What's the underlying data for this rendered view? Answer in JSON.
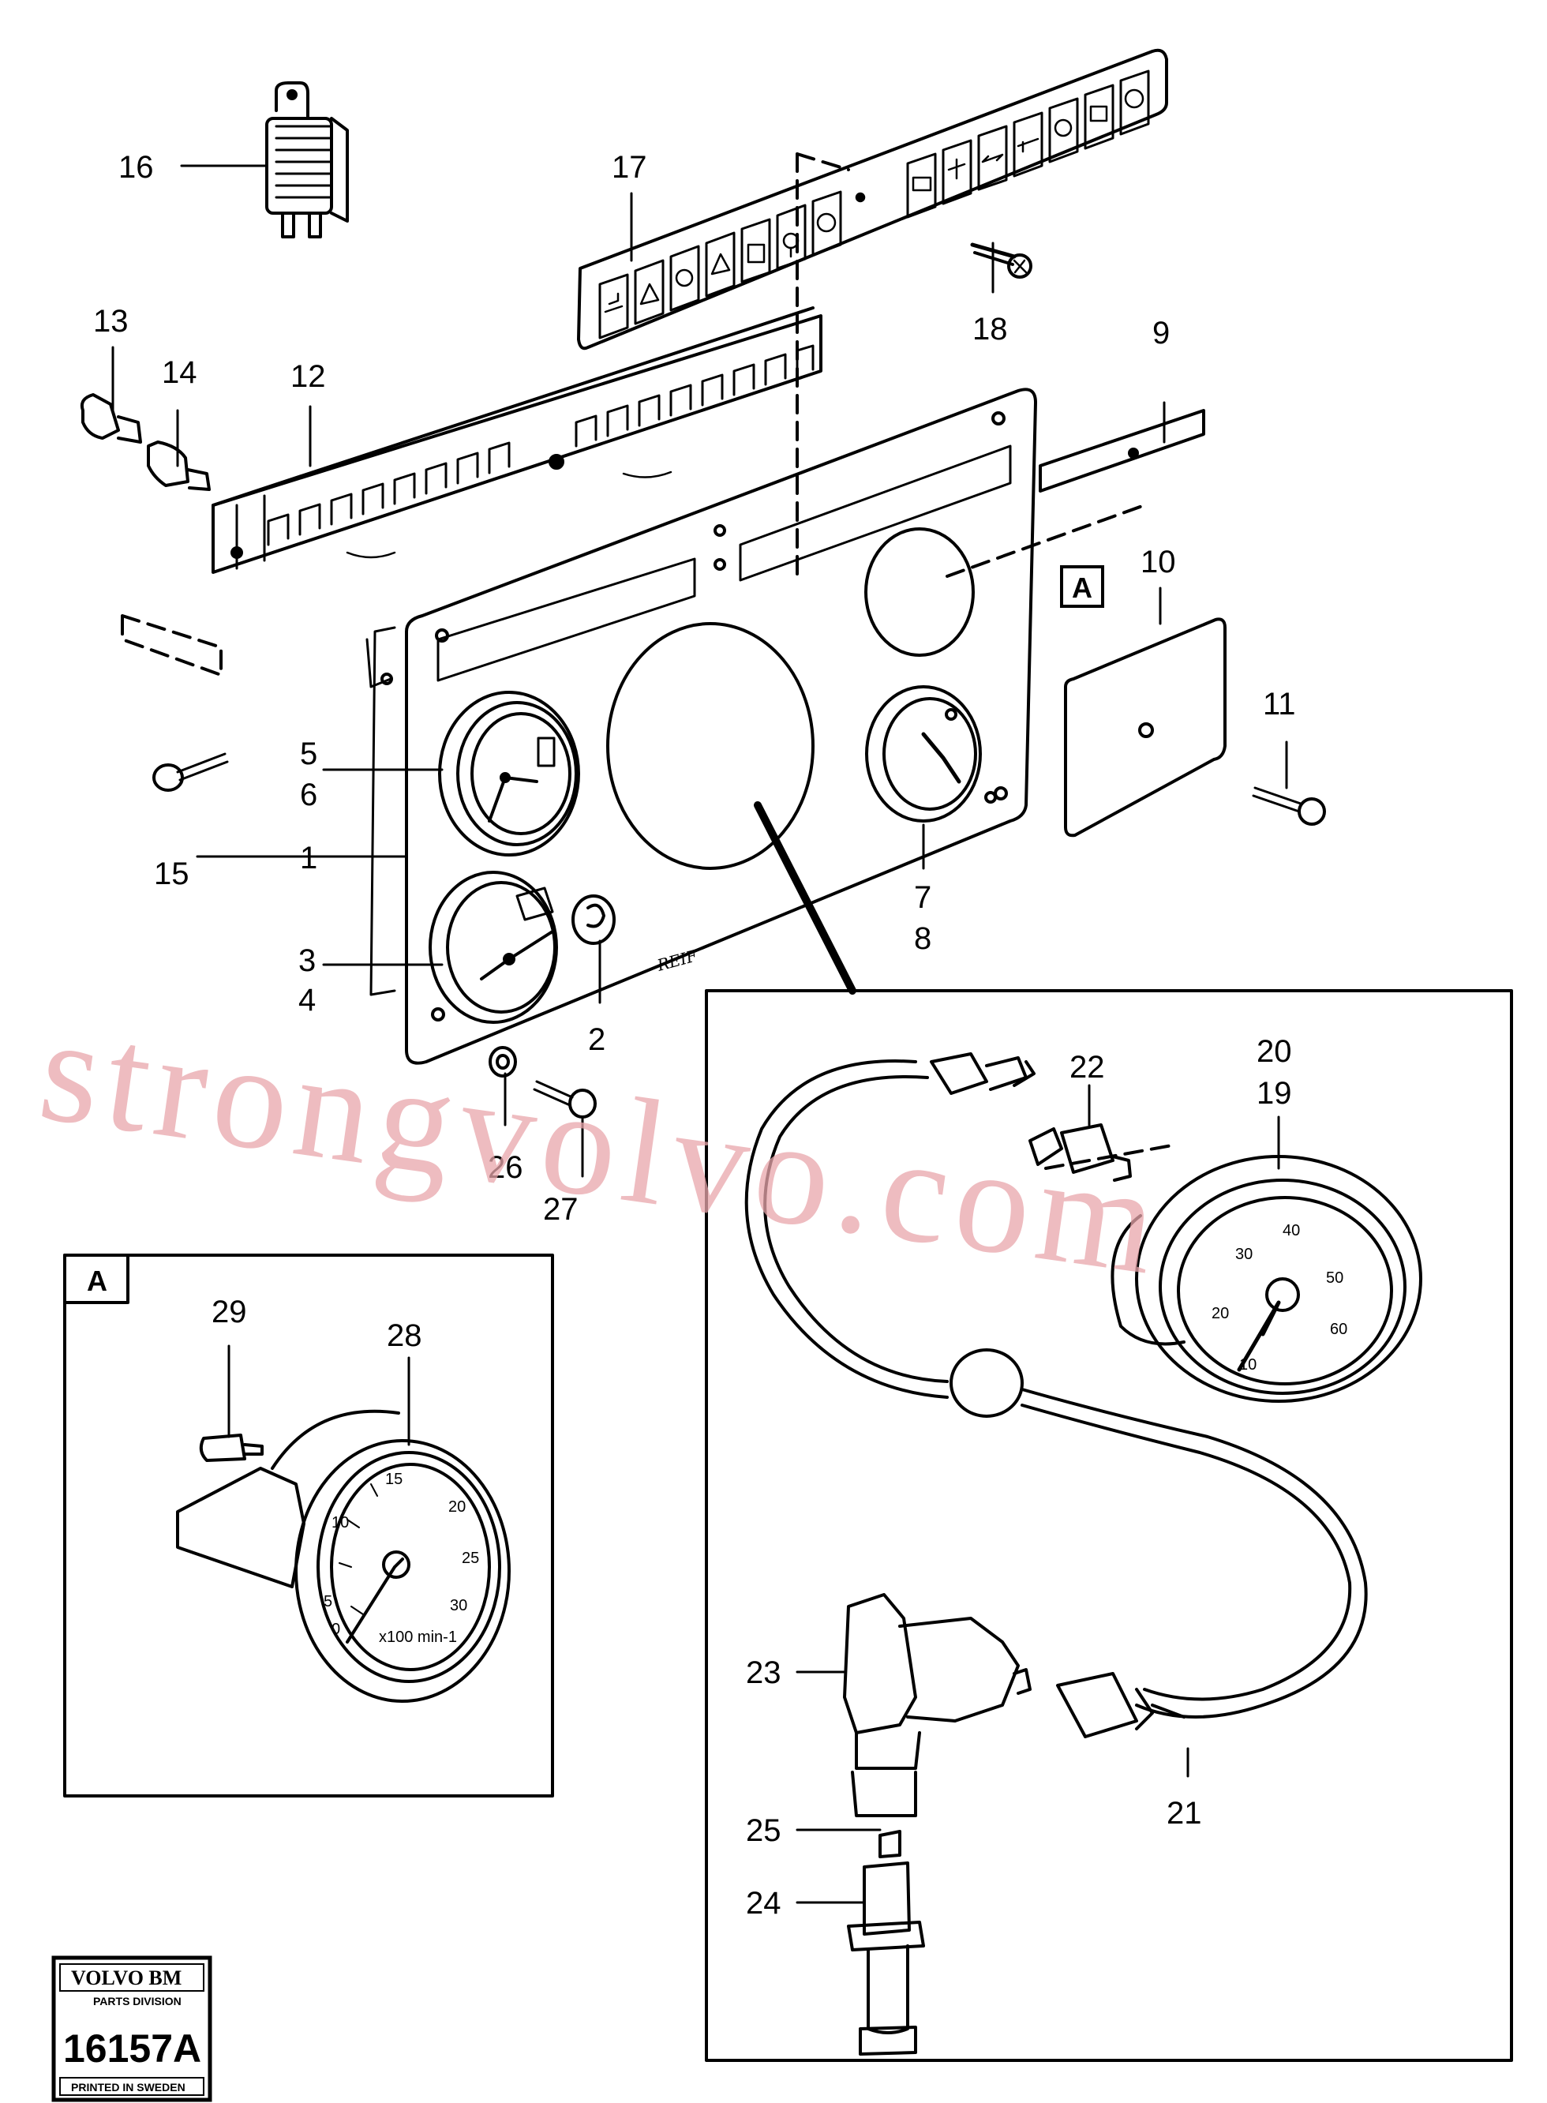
{
  "callouts": [
    "16",
    "17",
    "18",
    "13",
    "14",
    "12",
    "9",
    "10",
    "11",
    "5",
    "6",
    "15",
    "1",
    "7",
    "8",
    "3",
    "4",
    "2",
    "26",
    "27",
    "22",
    "20",
    "19",
    "29",
    "28",
    "23",
    "21",
    "25",
    "24"
  ],
  "detail_tags": {
    "detail_a": "A",
    "panel_ref": "A"
  },
  "watermark": "strongvolvo.com",
  "stamp": {
    "brand": "VOLVO BM",
    "division": "PARTS DIVISION",
    "number": "16157A",
    "printed": "PRINTED IN SWEDEN"
  },
  "signature": "REIF",
  "gauge_units": "x100 min-1",
  "speedo_scale": [
    "10",
    "20",
    "30",
    "40",
    "50",
    "60"
  ],
  "tacho_scale": [
    "0",
    "5",
    "10",
    "15",
    "20",
    "25",
    "30"
  ],
  "colors": {
    "ink": "#000000",
    "watermark": "#e9a6ab",
    "paper": "#ffffff"
  }
}
